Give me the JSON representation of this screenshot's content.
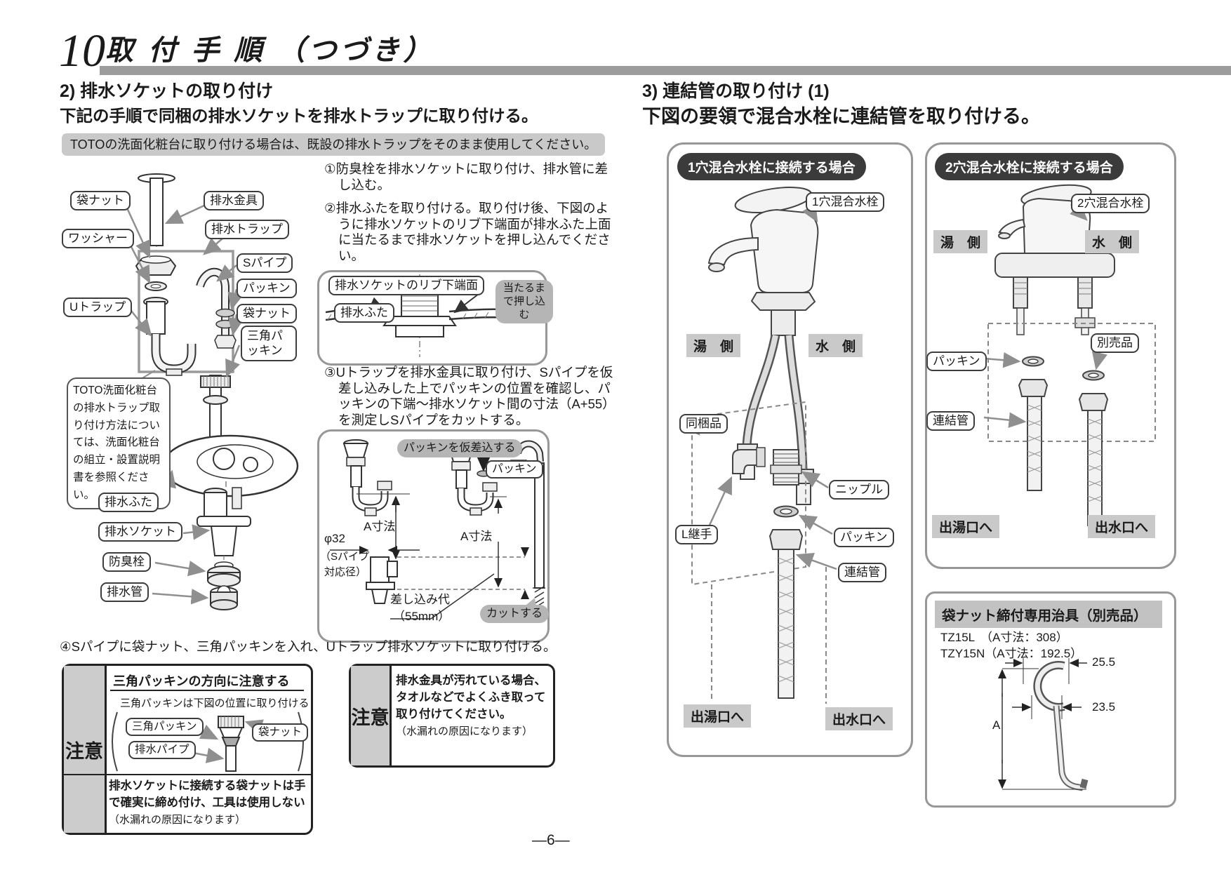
{
  "page": {
    "num": "10",
    "title": "取 付 手 順 （つづき）",
    "page_number": "—6—"
  },
  "left": {
    "heading": "2) 排水ソケットの取り付け",
    "subheading": "下記の手順で同梱の排水ソケットを排水トラップに取り付ける。",
    "note": "TOTOの洗面化粧台に取り付ける場合は、既設の排水トラップをそのまま使用してください。",
    "exploded": {
      "labels": [
        "袋ナット",
        "排水金具",
        "ワッシャー",
        "排水トラップ",
        "Sパイプ",
        "パッキン",
        "Uトラップ",
        "袋ナット",
        "三角パッキン",
        "排水ふた",
        "排水ソケット",
        "防臭栓",
        "排水管"
      ],
      "vanity_note": "TOTO洗面化粧台の排水トラップ取り付け方法については、洗面化粧台の組立・設置説明書を参照ください。"
    },
    "steps": [
      "①防臭栓を排水ソケットに取り付け、排水管に差し込む。",
      "②排水ふたを取り付ける。取り付け後、下図のように排水ソケットのリブ下端面が排水ふた上面に当たるまで排水ソケットを押し込んでください。",
      "③Uトラップを排水金具に取り付け、Sパイプを仮差し込みした上でパッキンの位置を確認し、パッキンの下端～排水ソケット間の寸法（A+55）を測定しSパイプをカットする。",
      "④Sパイプに袋ナット、三角パッキンを入れ、Uトラップ排水ソケットに取り付ける。"
    ],
    "fig_rib": {
      "label_rib": "排水ソケットのリブ下端面",
      "label_lid": "排水ふた",
      "bubble": "当たるまで押し込む"
    },
    "fig_cut": {
      "bubble_packing": "パッキンを仮差込する",
      "label_packing": "パッキン",
      "dim_a": "A寸法",
      "dia": "φ32",
      "dia_note1": "（Sパイプ",
      "dia_note2": "対応径）",
      "insert1": "差し込み代",
      "insert2": "（55mm）",
      "bubble_cut": "カットする"
    },
    "caution1": {
      "label": "注意",
      "title": "三角パッキンの方向に注意する",
      "sub": "三角パッキンは下図の位置に取り付ける",
      "lbl_packing": "三角パッキン",
      "lbl_pipe": "排水パイプ",
      "lbl_nut": "袋ナット",
      "bottom1": "排水ソケットに接続する袋ナットは手で確実に締め付け、工具は使用しない",
      "bottom2": "（水漏れの原因になります）"
    },
    "caution2": {
      "label": "注意",
      "text": "排水金具が汚れている場合、タオルなどでよくふき取って取り付けてください。",
      "paren": "（水漏れの原因になります）"
    }
  },
  "right": {
    "heading": "3) 連結管の取り付け (1)",
    "subheading": "下図の要領で混合水栓に連結管を取り付ける。",
    "panel1": {
      "header": "1穴混合水栓に接続する場合",
      "faucet": "1穴混合水栓",
      "hot": "湯　側",
      "cold": "水　側",
      "included": "同梱品",
      "nipple": "ニップル",
      "l_joint": "L継手",
      "packing": "パッキン",
      "pipe": "連結管",
      "to_hot": "出湯口へ",
      "to_cold": "出水口へ"
    },
    "panel2": {
      "header": "2穴混合水栓に接続する場合",
      "faucet": "2穴混合水栓",
      "hot": "湯　側",
      "cold": "水　側",
      "packing": "パッキン",
      "optional": "別売品",
      "pipe": "連結管",
      "to_hot": "出湯口へ",
      "to_cold": "出水口へ"
    },
    "toolbox": {
      "title": "袋ナット締付専用治具（別売品）",
      "model1": "TZ15L　（A寸法：308）",
      "model2": "TZY15N（A寸法：192.5）",
      "dim_w1": "25.5",
      "dim_w2": "23.5",
      "dim_h": "A"
    }
  }
}
